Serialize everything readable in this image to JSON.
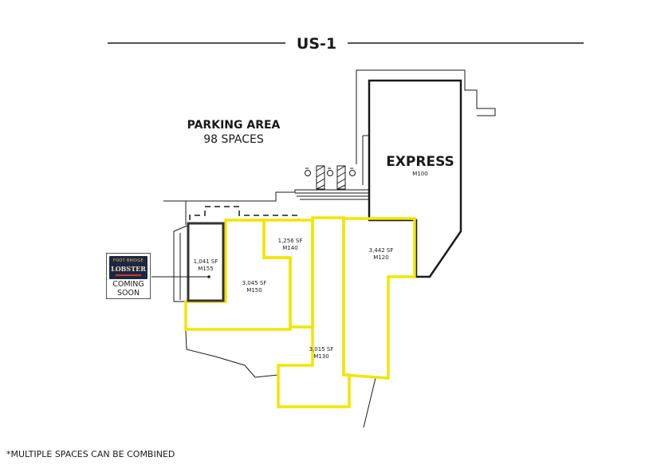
{
  "road": {
    "name": "US-1"
  },
  "parking": {
    "title": "PARKING AREA",
    "spaces": "98 SPACES"
  },
  "anchor": {
    "tenant": "EXPRESS",
    "unit": "M100"
  },
  "units": [
    {
      "sf": "1,041 SF",
      "id": "M155"
    },
    {
      "sf": "3,045 SF",
      "id": "M150"
    },
    {
      "sf": "1,256 SF",
      "id": "M140"
    },
    {
      "sf": "3,015 SF",
      "id": "M130"
    },
    {
      "sf": "3,442 SF",
      "id": "M120"
    }
  ],
  "coming_soon": {
    "logo_top": "FOOT BRIDGE",
    "logo_main": "LOBSTER",
    "line1": "COMING",
    "line2": "SOON",
    "logo_icon": "lobster-logo-icon"
  },
  "footnote": "*MULTIPLE SPACES CAN BE COMBINED",
  "colors": {
    "available_outline": "#f2e500",
    "leased_outline": "#333333",
    "linework": "#1a1a1a"
  }
}
